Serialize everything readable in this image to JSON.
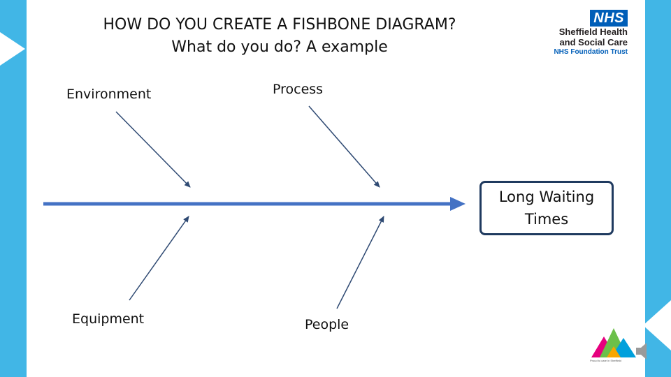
{
  "title": {
    "line1": "HOW DO YOU CREATE A FISHBONE DIAGRAM?",
    "line2": "What do you do? A example"
  },
  "logo": {
    "badge": "NHS",
    "line1": "Sheffield Health",
    "line2": "and Social Care",
    "trust": "NHS Foundation Trust"
  },
  "diagram": {
    "causes": {
      "environment": "Environment",
      "process": "Process",
      "equipment": "Equipment",
      "people": "People"
    },
    "effect": {
      "line1": "Long Waiting",
      "line2": "Times"
    },
    "colors": {
      "spine": "#4472c4",
      "bones": "#2f4a73",
      "effect_border": "#1f3a5f"
    }
  },
  "footer": {
    "tagline": "Proud to care in Sheffield"
  },
  "icons": {
    "speaker": "speaker-icon",
    "footer_logo": "sheffield-triangles-logo"
  }
}
